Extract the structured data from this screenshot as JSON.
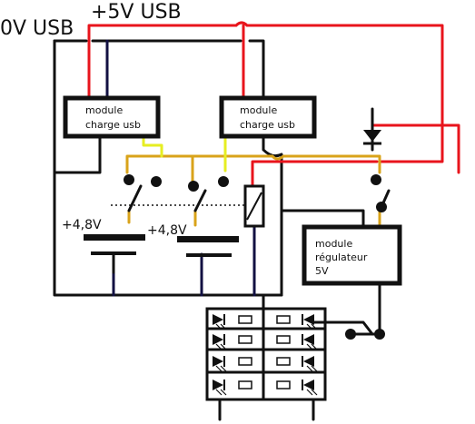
{
  "labels": {
    "zero_v_usb": "0V USB",
    "plus5v_usb": "+5V USB",
    "module_charge_1_line1": "module",
    "module_charge_1_line2": "charge usb",
    "module_charge_2_line1": "module",
    "module_charge_2_line2": "charge usb",
    "regulator_line1": "module",
    "regulator_line2": "régulateur",
    "regulator_line3": "5V",
    "battery_1_voltage": "+4,8V",
    "battery_2_voltage": "+4,8V"
  },
  "wire_colors": {
    "positive": "#e8141c",
    "ground": "#111111",
    "charge_out": "#d9a31a",
    "charge_out_alt": "#e6ee22",
    "battery_neg": "#121042"
  }
}
